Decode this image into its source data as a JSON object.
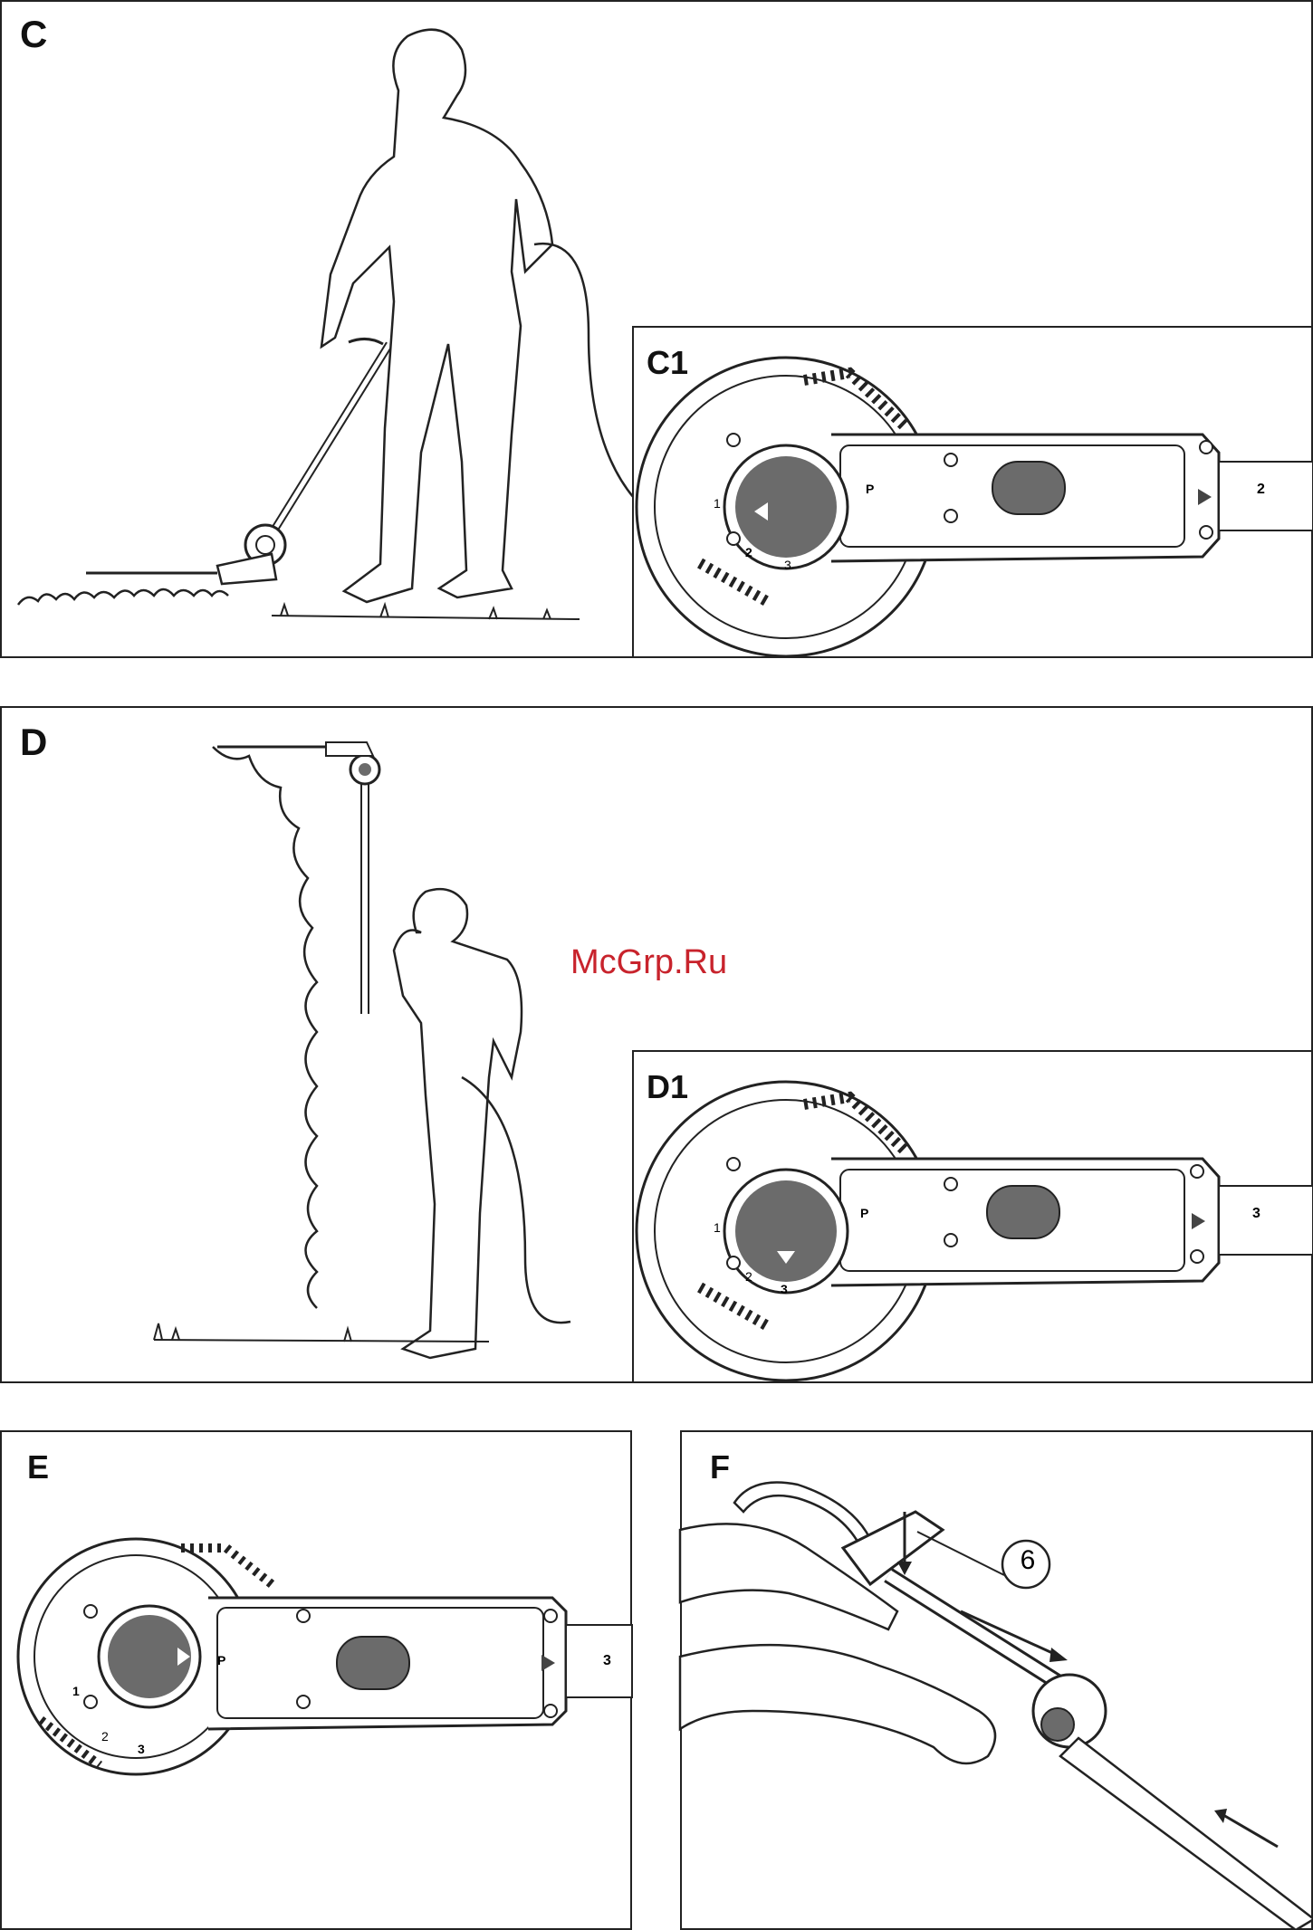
{
  "panels": {
    "c": {
      "label": "C"
    },
    "c1": {
      "label": "C1",
      "position_marks": [
        "1",
        "2",
        "3"
      ],
      "handle_mark": "2"
    },
    "d": {
      "label": "D"
    },
    "d1": {
      "label": "D1",
      "position_marks": [
        "1",
        "2",
        "3"
      ],
      "handle_mark": "3"
    },
    "e": {
      "label": "E",
      "position_marks": [
        "1",
        "2",
        "3"
      ],
      "handle_mark": "3"
    },
    "f": {
      "label": "F",
      "callout": "6"
    }
  },
  "watermark": "McGrp.Ru",
  "park_mark": "P",
  "colors": {
    "line": "#222222",
    "dial": "#6b6b6b",
    "watermark": "#c8232c"
  }
}
